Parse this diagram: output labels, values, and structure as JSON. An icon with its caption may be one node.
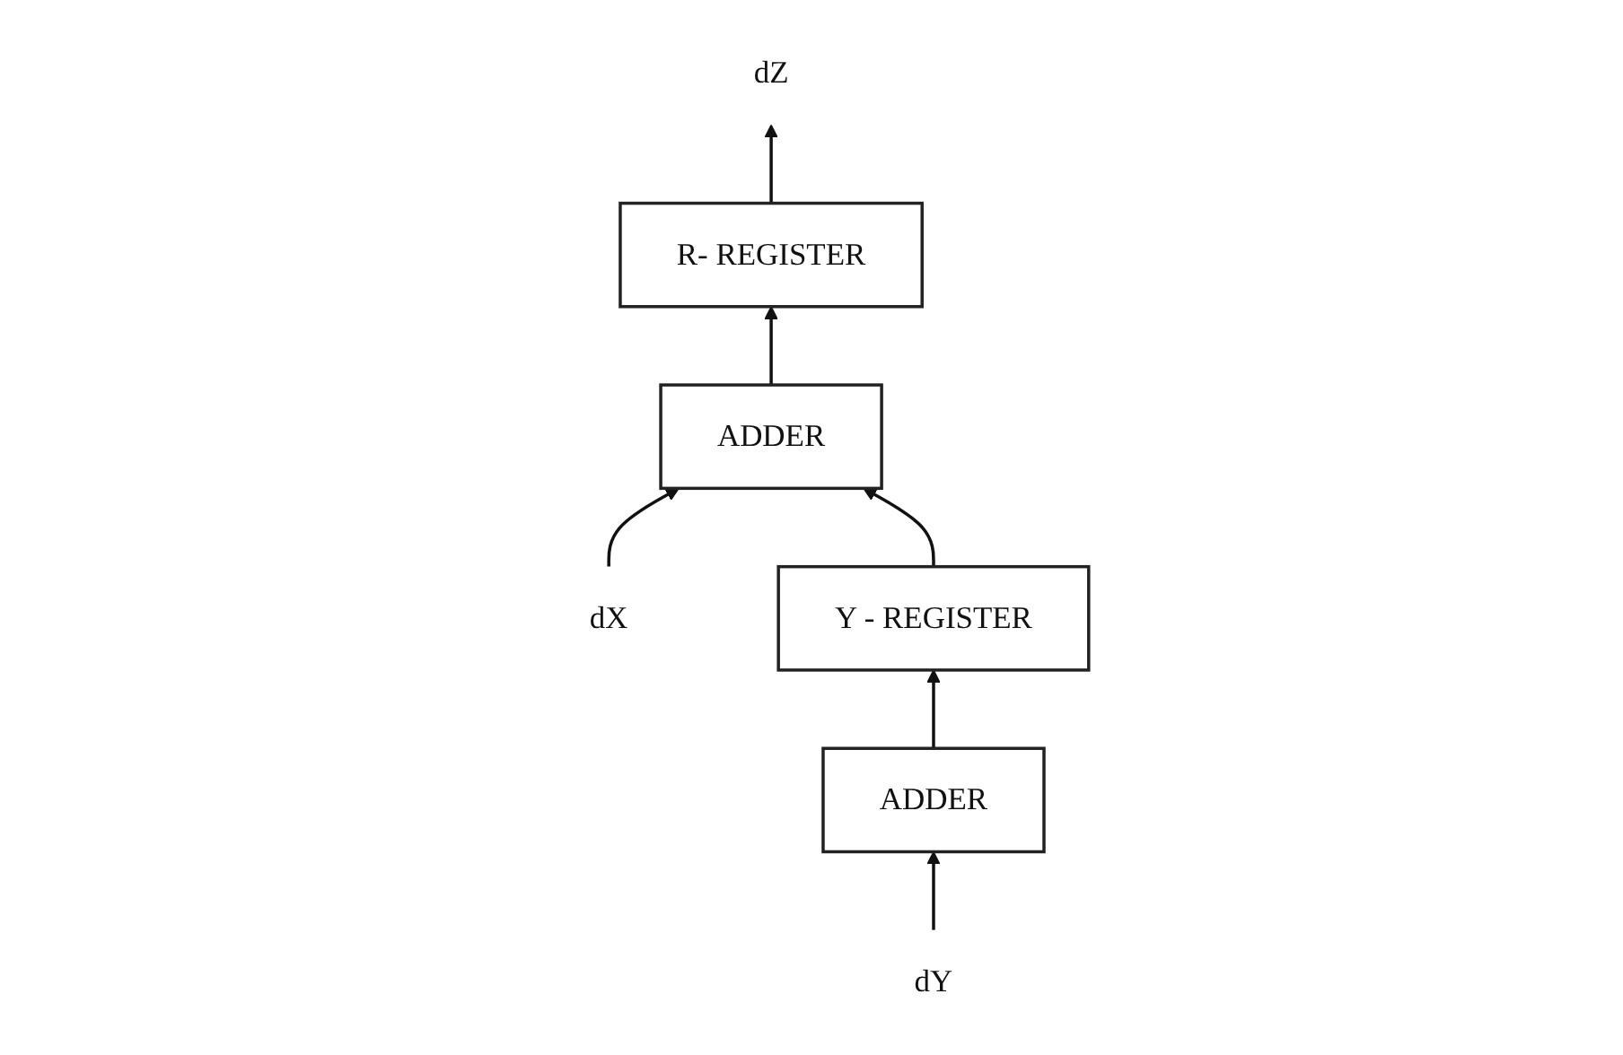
{
  "diagram": {
    "nodes": [
      {
        "text": [
          "dZ"
        ]
      },
      {
        "text": [
          "R- REGISTER"
        ]
      },
      {
        "text": [
          "ADDER"
        ]
      },
      {
        "text": [
          "dX"
        ]
      },
      {
        "text": [
          "Y - REGISTER"
        ]
      },
      {
        "text": [
          "ADDER"
        ]
      },
      {
        "text": [
          "dY"
        ]
      }
    ],
    "edges": [
      {
        "from": 1,
        "to": 0,
        "arrow": "to"
      },
      {
        "from": 3,
        "to": 2,
        "arrow": "to"
      },
      {
        "from": 2,
        "to": 1,
        "arrow": "to"
      },
      {
        "from": 4,
        "to": 2,
        "arrow": "to"
      },
      {
        "from": 5,
        "to": 4,
        "arrow": "to"
      },
      {
        "from": 6,
        "to": 5,
        "arrow": "to"
      }
    ]
  }
}
